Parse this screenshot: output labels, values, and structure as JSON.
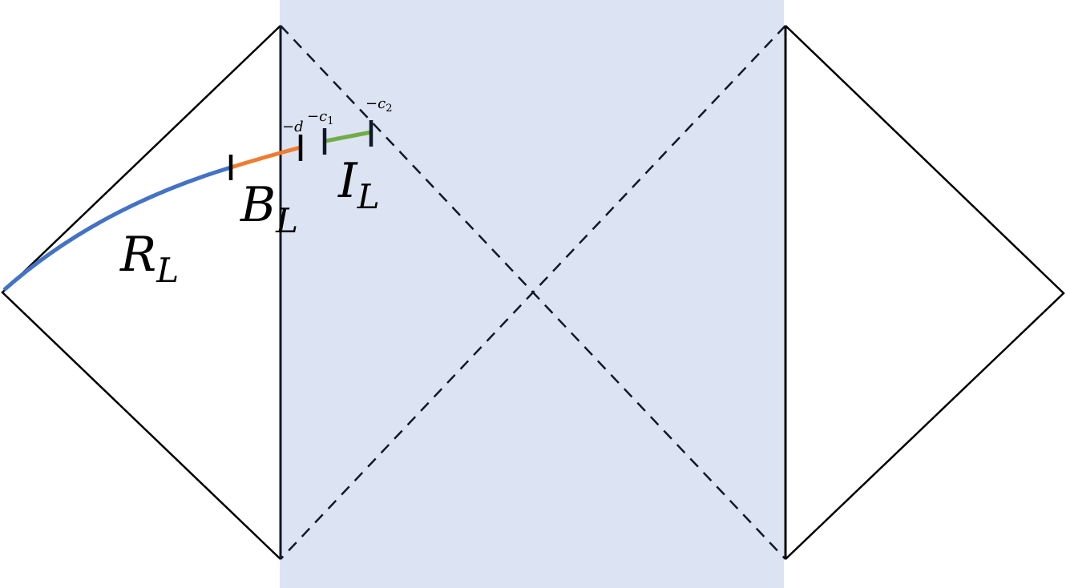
{
  "diagram": {
    "type": "penrose-diagram",
    "colors": {
      "shaded_region": "#DCE3F2",
      "outline": "#000000",
      "dashed": "#111827",
      "R_segment": "#4472C4",
      "B_segment": "#ED7D31",
      "I_segment": "#70AD47",
      "ticks": "#000000"
    },
    "labels": {
      "R": {
        "main": "R",
        "sub": "L"
      },
      "B": {
        "main": "B",
        "sub": "L"
      },
      "I": {
        "main": "I",
        "sub": "L"
      }
    },
    "tick_labels": {
      "d": {
        "sign": "−",
        "var": "d"
      },
      "c1": {
        "sign": "−",
        "var": "c",
        "sub": "1"
      },
      "c2": {
        "sign": "−",
        "var": "c",
        "sub": "2"
      }
    },
    "regions": [
      {
        "name": "left-exterior-diamond"
      },
      {
        "name": "shaded-interior"
      },
      {
        "name": "right-exterior-diamond"
      }
    ]
  }
}
